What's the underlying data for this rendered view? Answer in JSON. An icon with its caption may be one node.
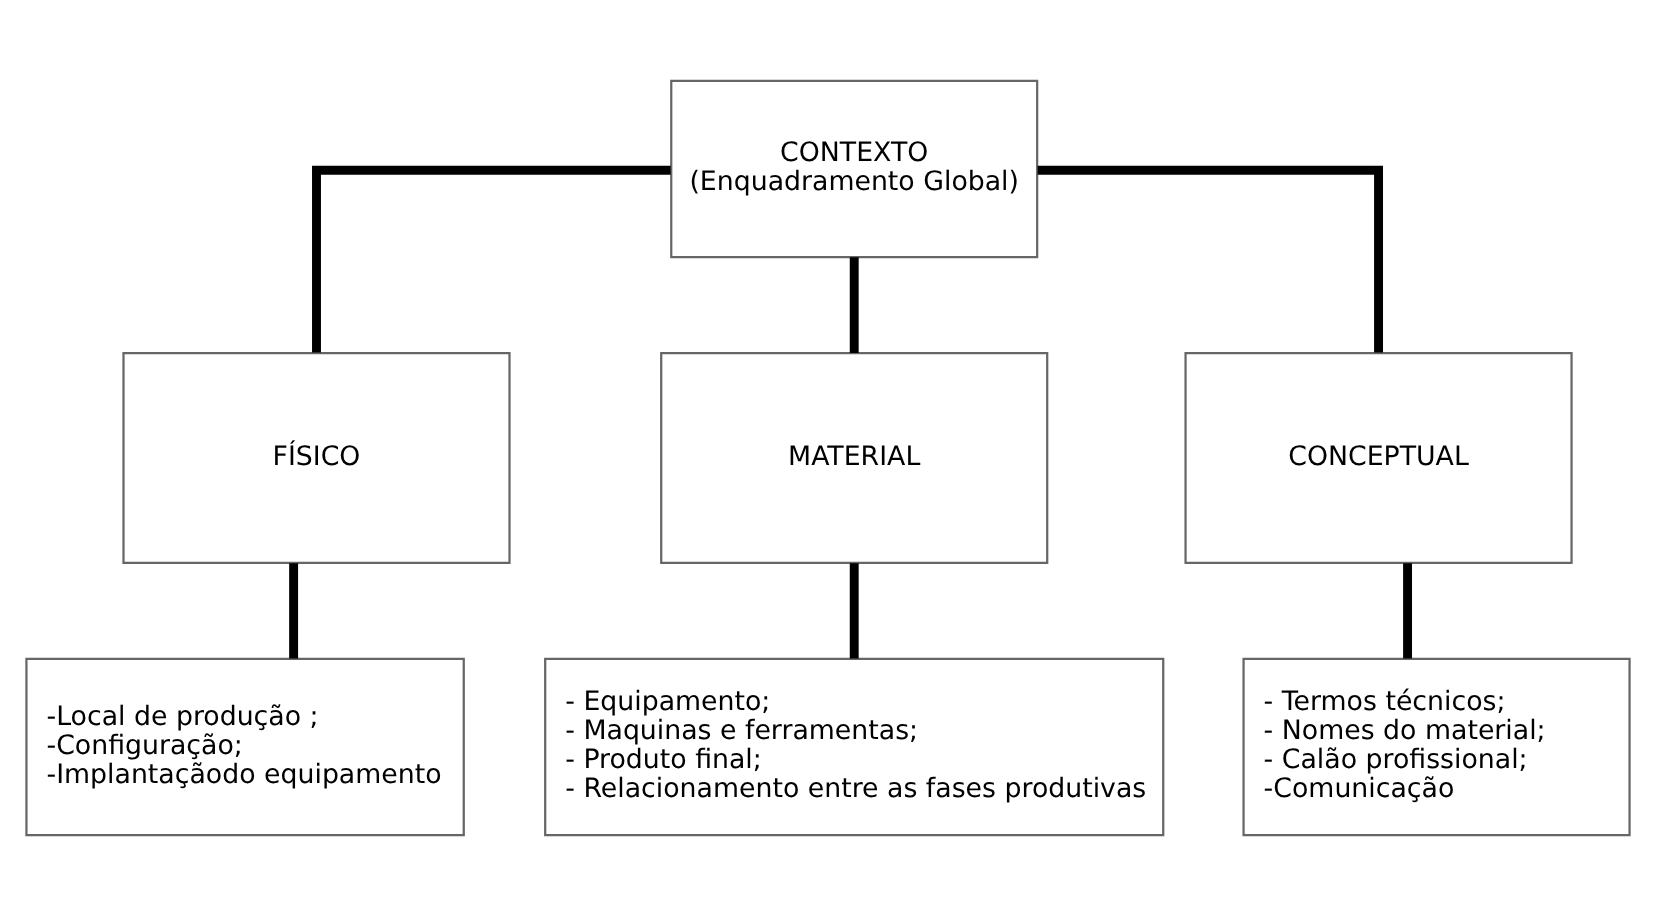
{
  "diagram": {
    "nodes": [
      {
        "text": [
          "CONTEXTO",
          "(Enquadramento Global)"
        ]
      },
      {
        "text": [
          "FÍSICO"
        ]
      },
      {
        "text": [
          "MATERIAL"
        ]
      },
      {
        "text": [
          "CONCEPTUAL"
        ]
      },
      {
        "text": [
          "-Local de produção ;",
          "-Configuração;",
          "-Implantaçãodo equipamento"
        ]
      },
      {
        "text": [
          "- Equipamento;",
          "- Maquinas e ferramentas;",
          "- Produto final;",
          "- Relacionamento entre as fases produtivas"
        ]
      },
      {
        "text": [
          "- Termos técnicos;",
          "- Nomes do material;",
          "- Calão profissional;",
          "-Comunicação"
        ]
      }
    ],
    "edges": [
      {
        "from": 0,
        "to": 1,
        "arrow": "none"
      },
      {
        "from": 0,
        "to": 2,
        "arrow": "none"
      },
      {
        "from": 0,
        "to": 3,
        "arrow": "none"
      },
      {
        "from": 1,
        "to": 4,
        "arrow": "none"
      },
      {
        "from": 2,
        "to": 5,
        "arrow": "none"
      },
      {
        "from": 3,
        "to": 6,
        "arrow": "none"
      }
    ]
  }
}
